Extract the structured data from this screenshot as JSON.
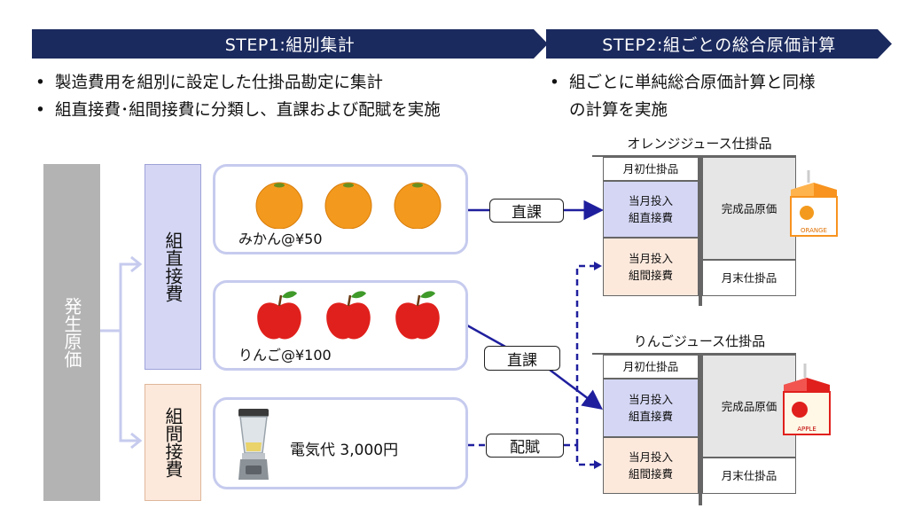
{
  "step1": {
    "title": "STEP1:組別集計",
    "bullets": [
      "製造費用を組別に設定した仕掛品勘定に集計",
      "組直接費･組間接費に分類し、直課および配賦を実施"
    ]
  },
  "step2": {
    "title": "STEP2:組ごとの総合原価計算",
    "bullet_lines": [
      "組ごとに単純総合原価計算と同様",
      "の計算を実施"
    ]
  },
  "bullet_symbol": "•",
  "source_label": "発生原価",
  "direct_label": "組直接費",
  "indirect_label": "組間接費",
  "items": {
    "mikan": "みかん@¥50",
    "apple": "りんご@¥100",
    "electric": "電気代 3,000円"
  },
  "tags": {
    "direct1": "直課",
    "direct2": "直課",
    "allocate": "配賦"
  },
  "accounts": [
    {
      "title": "オレンジジュース仕掛品",
      "opening": "月初仕掛品",
      "direct": [
        "当月投入",
        "組直接費"
      ],
      "indirect": [
        "当月投入",
        "組間接費"
      ],
      "completed": "完成品原価",
      "ending": "月末仕掛品",
      "carton_label": "ORANGE"
    },
    {
      "title": "りんごジュース仕掛品",
      "opening": "月初仕掛品",
      "direct": [
        "当月投入",
        "組直接費"
      ],
      "indirect": [
        "当月投入",
        "組間接費"
      ],
      "completed": "完成品原価",
      "ending": "月末仕掛品",
      "carton_label": "APPLE"
    }
  ],
  "colors": {
    "banner": "#1b2a5e",
    "source_gray": "#b3b3b3",
    "direct_lavender": "#d4d6f4",
    "indirect_peach": "#fde9dc",
    "arrow_navy": "#1f1f9e",
    "box_border": "#c6cbee",
    "orange": "#f39a1e",
    "apple_red": "#e0201c"
  }
}
